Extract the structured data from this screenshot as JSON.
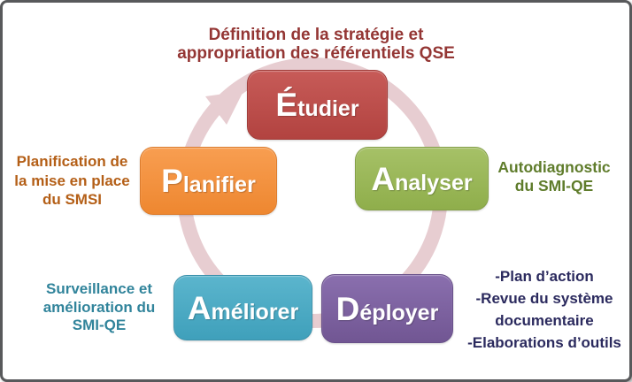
{
  "diagram_type": "five-step-cycle",
  "colors": {
    "ring": "#e7cdd1",
    "frame_border": "#58595b",
    "etudier_box": "#bc4b48",
    "analyser_box": "#9cbb5d",
    "planifier_box": "#f5923e",
    "ameliorer_box": "#4aabc5",
    "deployer_box": "#8366a4",
    "top_text": "#943634",
    "analyser_text": "#5f7c2b",
    "planifier_text": "#b45f17",
    "ameliorer_text": "#31849b",
    "deployer_text": "#2b2a5e"
  },
  "top_label": {
    "lines": [
      "Définition de la stratégie et",
      "appropriation des référentiels QSE"
    ]
  },
  "steps": {
    "etudier": {
      "initial": "É",
      "rest": "tudier"
    },
    "analyser": {
      "initial": "A",
      "rest": "nalyser"
    },
    "planifier": {
      "initial": "P",
      "rest": "lanifier"
    },
    "ameliorer": {
      "initial": "A",
      "rest": "méliorer"
    },
    "deployer": {
      "initial": "D",
      "rest": "éployer"
    }
  },
  "annotations": {
    "analyser": {
      "lines": [
        "Autodiagnostic",
        "du SMI-QE"
      ]
    },
    "planifier": {
      "lines": [
        "Planification de",
        "la mise en place",
        "du SMSI"
      ]
    },
    "ameliorer": {
      "lines": [
        "Surveillance et",
        "amélioration du",
        "SMI-QE"
      ]
    },
    "deployer": {
      "lines": [
        "-Plan d’action",
        "-Revue du système",
        "documentaire",
        "-Elaborations d’outils"
      ]
    }
  }
}
